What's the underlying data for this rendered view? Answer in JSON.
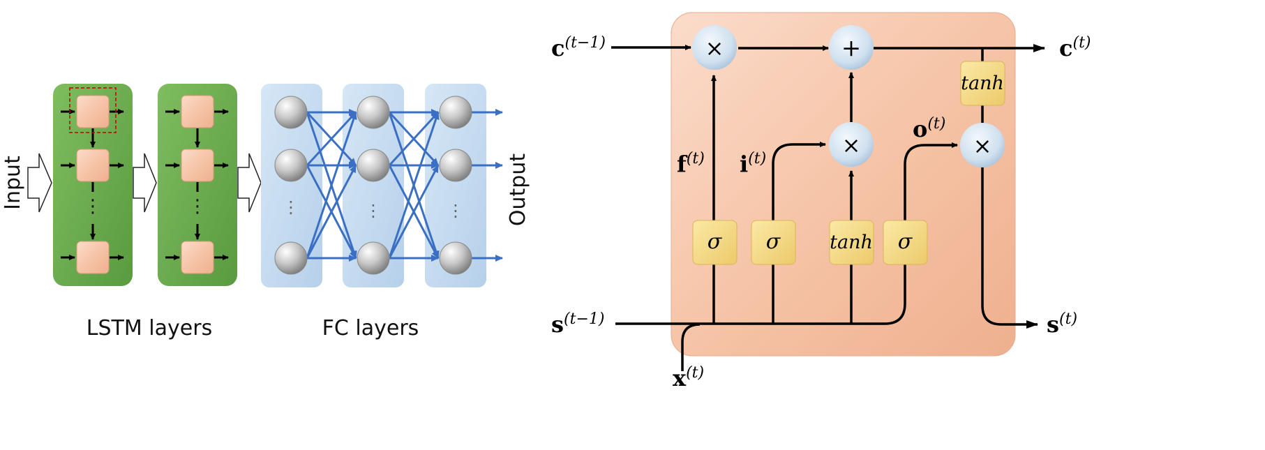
{
  "left": {
    "input_label": "Input",
    "output_label": "Output",
    "lstm_caption": "LSTM layers",
    "fc_caption": "FC layers",
    "vdots": "⋮",
    "colors": {
      "lstm_green": "#6aa84f",
      "cell_peach": "#f6c8ae",
      "fc_blue": "#c9def1",
      "arrow_blue": "#3a6fc4",
      "highlight_red": "#c00000"
    }
  },
  "right": {
    "ops": {
      "times": "×",
      "plus": "+"
    },
    "gates": {
      "sigma": "σ",
      "tanh": "tanh"
    },
    "labels": {
      "c_prev_base": "c",
      "c_prev_sup": "(t−1)",
      "c_next_base": "c",
      "c_next_sup": "(t)",
      "s_prev_base": "s",
      "s_prev_sup": "(t−1)",
      "s_next_base": "s",
      "s_next_sup": "(t)",
      "x_base": "x",
      "x_sup": "(t)",
      "f_base": "f",
      "f_sup": "(t)",
      "i_base": "i",
      "i_sup": "(t)",
      "o_base": "o",
      "o_sup": "(t)"
    },
    "colors": {
      "cell_bg": "#f6c8ad",
      "gate_yellow": "#f7df8d",
      "op_circle": "#d7e6f3"
    }
  }
}
